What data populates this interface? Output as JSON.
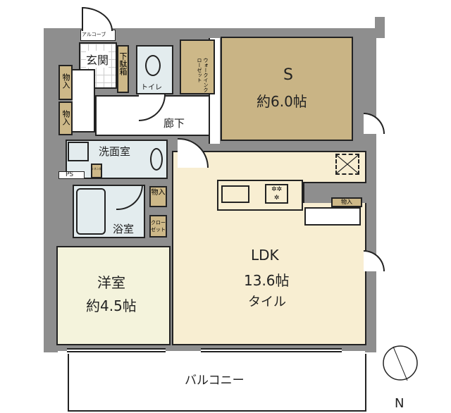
{
  "rooms": {
    "alcove": "アルコーブ",
    "entrance": "玄関",
    "shoe_box": "下駄箱",
    "storage": "物入",
    "toilet": "トイレ",
    "walk_in_closet": "ウォークインクローゼット",
    "s_room": {
      "name": "S",
      "size": "約6.0帖"
    },
    "hallway": "廊下",
    "washroom": "洗面室",
    "ps": "PS",
    "linen": "リネン庫",
    "bathroom": "浴室",
    "closet": "クローゼット",
    "western_room": {
      "name": "洋室",
      "size": "約4.5帖"
    },
    "ldk": {
      "name": "LDK",
      "size": "13.6帖",
      "floor": "タイル"
    },
    "balcony": "バルコニー"
  },
  "compass": {
    "label": "N"
  },
  "colors": {
    "wall": "#8e8e8e",
    "s_room": "#c9b485",
    "ldk": "#f8eed2",
    "western_room": "#f4f3dc",
    "wet_area": "#e3ecee",
    "storage": "#cdb888"
  }
}
